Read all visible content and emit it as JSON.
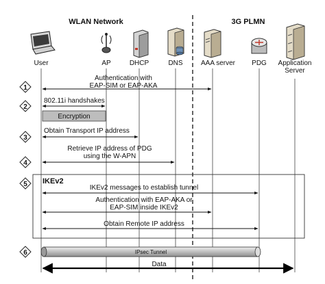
{
  "domains": {
    "left": "WLAN Network",
    "right": "3G PLMN"
  },
  "entities": [
    {
      "id": "user",
      "label": "User",
      "icon": "laptop-icon"
    },
    {
      "id": "ap",
      "label": "AP",
      "icon": "access-point-icon"
    },
    {
      "id": "dhcp",
      "label": "DHCP",
      "icon": "server-tower-icon"
    },
    {
      "id": "dns",
      "label": "DNS",
      "icon": "database-server-icon"
    },
    {
      "id": "aaa",
      "label": "AAA server",
      "icon": "server-tower-icon"
    },
    {
      "id": "pdg",
      "label": "PDG",
      "icon": "router-icon"
    },
    {
      "id": "app",
      "label": "Application\nServer",
      "icon": "server-rack-icon"
    }
  ],
  "steps": [
    "1",
    "2",
    "3",
    "4",
    "5",
    "6"
  ],
  "messages": {
    "m1": "Authentication with\nEAP-SIM or EAP-AKA",
    "m2": "802.11i handshakes",
    "encryption": "Encryption",
    "m3": "Obtain Transport IP address",
    "m4": "Retrieve IP address of PDG\nusing the W-APN",
    "ike_title": "IKEv2",
    "m5a": "IKEv2 messages to establish tunnel",
    "m5b": "Authentication with EAP-AKA or\nEAP-SIM inside IKEv2",
    "m5c": "Obtain Remote IP address",
    "tunnel": "IPsec Tunnel",
    "data": "Data"
  },
  "colors": {
    "line": "#222222",
    "box_fill": "#bdbdbd",
    "tunnel_fill": "#c8c8c8"
  }
}
